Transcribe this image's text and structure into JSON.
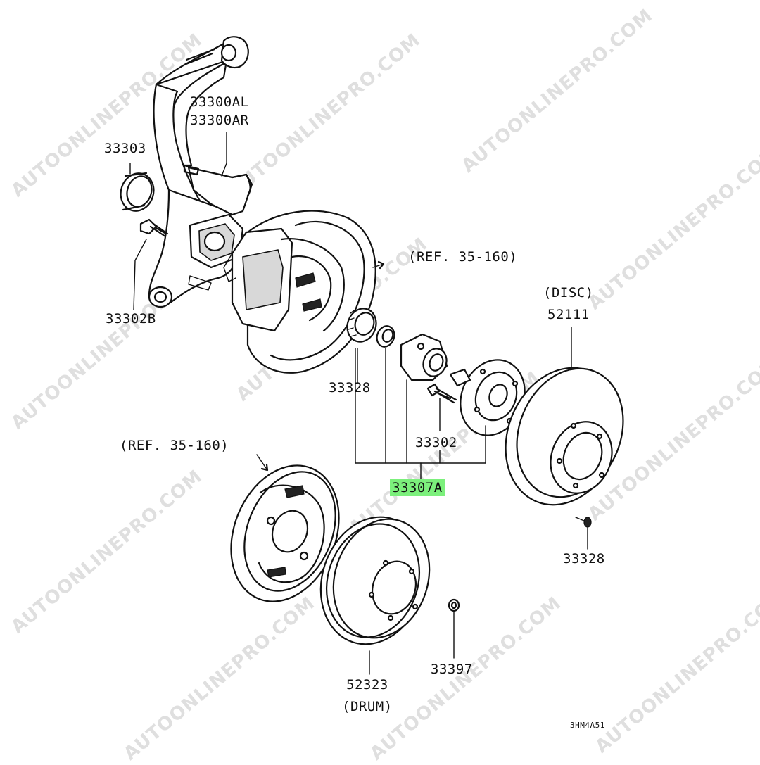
{
  "watermark": "AUTOONLINEPRO.COM",
  "labels": {
    "knuckle_l": "33300AL",
    "knuckle_r": "33300AR",
    "seal_33303": "33303",
    "bolt_33302b": "33302B",
    "ref_upper": "(REF. 35-160)",
    "disc_note": "(DISC)",
    "disc_part": "52111",
    "bearing_33328": "33328",
    "bolt_33302": "33302",
    "hub_assy": "33307A",
    "ref_lower": "(REF. 35-160)",
    "nut_33328": "33328",
    "washer_33397": "33397",
    "drum_part": "52323",
    "drum_note": "(DRUM)",
    "drawing_code": "3HM4A51"
  },
  "colors": {
    "highlight": "#7cf07c",
    "line": "#111111",
    "watermark": "#dcdcdc"
  }
}
